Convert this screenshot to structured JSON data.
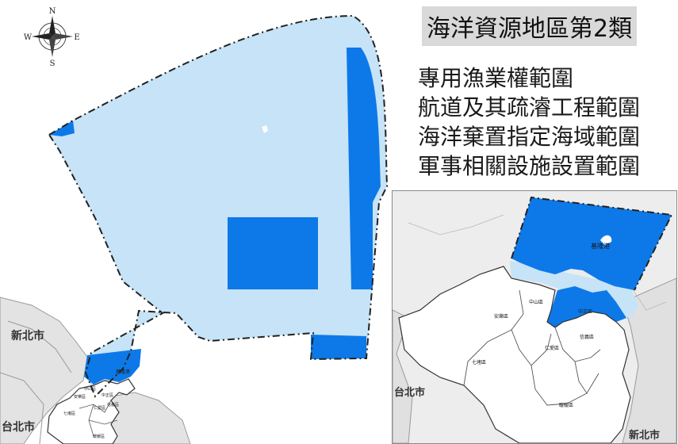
{
  "title": "海洋資源地區第2類",
  "legend": {
    "items": [
      "專用漁業權範圍",
      "航道及其疏濬工程範圍",
      "海洋棄置指定海域範圍",
      "軍事相關設施設置範圍"
    ]
  },
  "compass": {
    "n": "N",
    "s": "S",
    "e": "E",
    "w": "W"
  },
  "main_map": {
    "labels": {
      "xinbei": "新北市",
      "taibei": "台北市",
      "keelung_port": "基隆港",
      "zhongshan": "中山區",
      "anle": "安樂區",
      "zhongzheng": "中正區",
      "qidu": "七堵區",
      "renai": "仁愛區",
      "xinyi": "信義區",
      "nuannuan": "暖暖區"
    }
  },
  "inset": {
    "labels": {
      "keelung_port": "基隆港",
      "zhongshan": "中山區",
      "anle": "安樂區",
      "zhongzheng": "中正區",
      "xinyi": "信義區",
      "renai": "仁愛區",
      "qidu": "七堵區",
      "nuannuan": "暖暖區",
      "taibei": "台北市",
      "xinbei": "新北市"
    }
  },
  "colors": {
    "light_sea": "#c6e3f7",
    "dark_zone": "#0d79e8",
    "land": "#e3e3e3",
    "boundary": "#222222"
  }
}
